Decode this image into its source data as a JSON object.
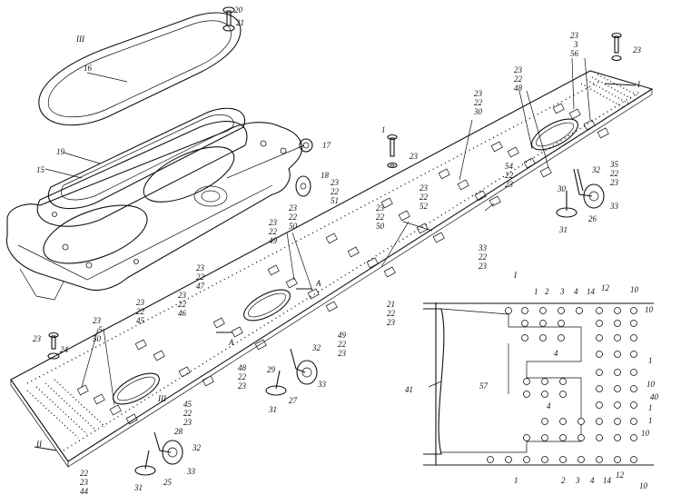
{
  "view_marks": {
    "view_iii_top": "III",
    "view_iii_plate": "III",
    "view_i": "I",
    "view_ii": "II",
    "view_i_detail": "I"
  },
  "section_marks": {
    "a1": "A",
    "a2": "A"
  },
  "part_labels": {
    "p20": "20",
    "p21": "21",
    "p16": "16",
    "p19": "19",
    "p15": "15",
    "p17": "17",
    "p18": "18",
    "p1": "1",
    "p23_top": "23",
    "p23_a": "23",
    "p3": "3",
    "p56": "56",
    "p23_b": "23",
    "p35_grp": "35",
    "p22_g1": "22",
    "p23_g1": "23",
    "p32_r": "32",
    "p30_r": "30",
    "p26": "26",
    "p33_r": "33",
    "p31_r": "31",
    "g54_23": "23",
    "g54_22": "22",
    "g54_48": "48",
    "g54_54": "54",
    "g54_22b": "22",
    "g54_23b": "23",
    "g50_23": "23",
    "g50_22": "22",
    "g50_30": "30",
    "g52_23": "23",
    "g52_22": "22",
    "g52_52": "52",
    "g50b_23": "23",
    "g50b_22": "22",
    "g50b_50": "50",
    "g33_33": "33",
    "g33_22": "22",
    "g33_23": "23",
    "g51_23": "23",
    "g51_22": "22",
    "g51_51": "51",
    "g49_23": "23",
    "g49_22": "22",
    "g49_49": "49",
    "g50c_23": "23",
    "g50c_22": "22",
    "g50c_50": "50",
    "g21_21": "21",
    "g21_22": "22",
    "g21_23": "23",
    "g47_23": "23",
    "g47_22": "22",
    "g47_47": "47",
    "g45_23": "23",
    "g45_22": "22",
    "g45_45": "45",
    "g46_23": "23",
    "g46_22": "22",
    "g46_46": "46",
    "g49b_49": "49",
    "g49b_22": "22",
    "g49b_23": "23",
    "g48_48": "48",
    "g48_22": "22",
    "g48_23": "23",
    "g45b_45": "45",
    "g45b_22": "22",
    "g45b_23": "23",
    "g23_50_23": "23",
    "g23_50_5": "5",
    "g23_50_50": "50",
    "p24": "24",
    "p23_left": "23",
    "g44_22": "22",
    "g44_23": "23",
    "g44_44": "44",
    "p29": "29",
    "p32_m": "32",
    "p27": "27",
    "p33_m": "33",
    "p31_m": "31",
    "p28": "28",
    "p32_l": "32",
    "p25": "25",
    "p33_l": "33",
    "p31_l": "31"
  },
  "detail_labels": {
    "d1a": "1",
    "d2a": "2",
    "d3a": "3",
    "d4a": "4",
    "d14a": "14",
    "d12a": "12",
    "d10a": "10",
    "d10b": "10",
    "d1b": "1",
    "d4b": "4",
    "d57": "57",
    "d4c": "4",
    "d41": "41",
    "d10c": "10",
    "d40": "40",
    "d1c": "1",
    "d1d": "1",
    "d10d": "10",
    "d1e": "1",
    "d2e": "2",
    "d3e": "3",
    "d14e": "14",
    "d4e": "4",
    "d12e": "12",
    "d10e": "10"
  }
}
